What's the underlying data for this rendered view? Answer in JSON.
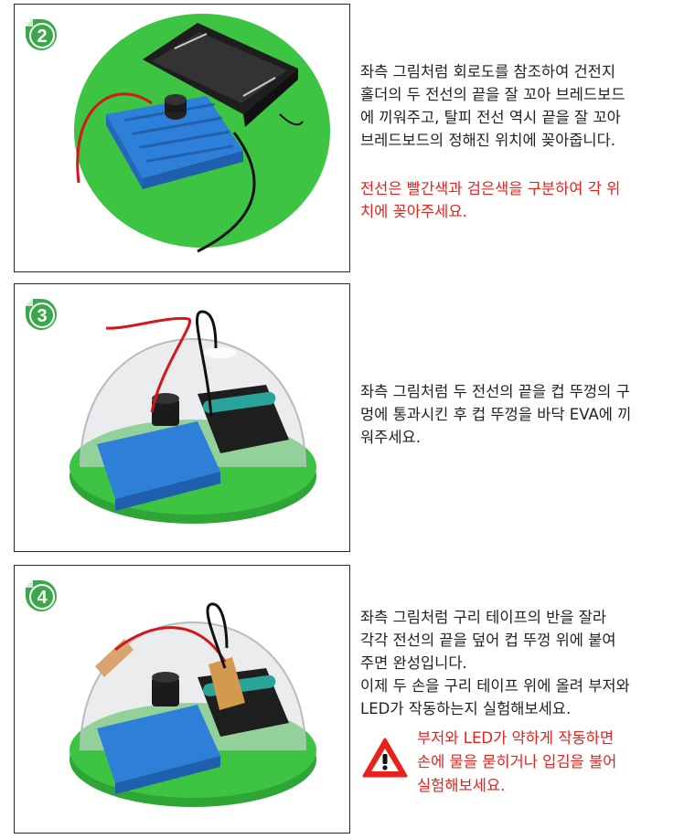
{
  "steps": [
    {
      "number": "2",
      "lines": [
        "좌측 그림처럼 회로도를 참조하여 건전지",
        "홀더의 두 전선의 끝을 잘 꼬아 브레드보드",
        "에 끼워주고, 탈피 전선 역시 끝을 잘 꼬아",
        "브레드보드의 정해진 위치에 꽂아줍니다."
      ],
      "note_lines": [
        "전선은 빨간색과 검은색을 구분하여 각 위",
        "치에 꽂아주세요."
      ]
    },
    {
      "number": "3",
      "lines": [
        "좌측 그림처럼 두 전선의 끝을 컵 뚜껑의 구",
        "멍에 통과시킨 후 컵 뚜껑을 바닥 EVA에 끼",
        "워주세요."
      ]
    },
    {
      "number": "4",
      "lines": [
        "좌측 그림처럼 구리 테이프의 반을 잘라",
        "각각 전선의 끝을 덮어 컵 뚜껑 위에 붙여",
        "주면 완성입니다.",
        "이제 두 손을 구리 테이프 위에 올려 부저와",
        "LED가 작동하는지 실험해보세요."
      ],
      "warning_lines": [
        "부저와 LED가 약하게 작동하면",
        "손에 물을 묻히거나 입김을 불어",
        "실험해보세요."
      ]
    }
  ],
  "colors": {
    "badge_green": "#3aa84a",
    "base_green": "#3dc443",
    "breadboard_blue": "#2d7fd8",
    "wire_red": "#d0191b",
    "warning_red": "#e8211c"
  },
  "icons": [
    "step-badge-icon",
    "warning-triangle-icon"
  ]
}
